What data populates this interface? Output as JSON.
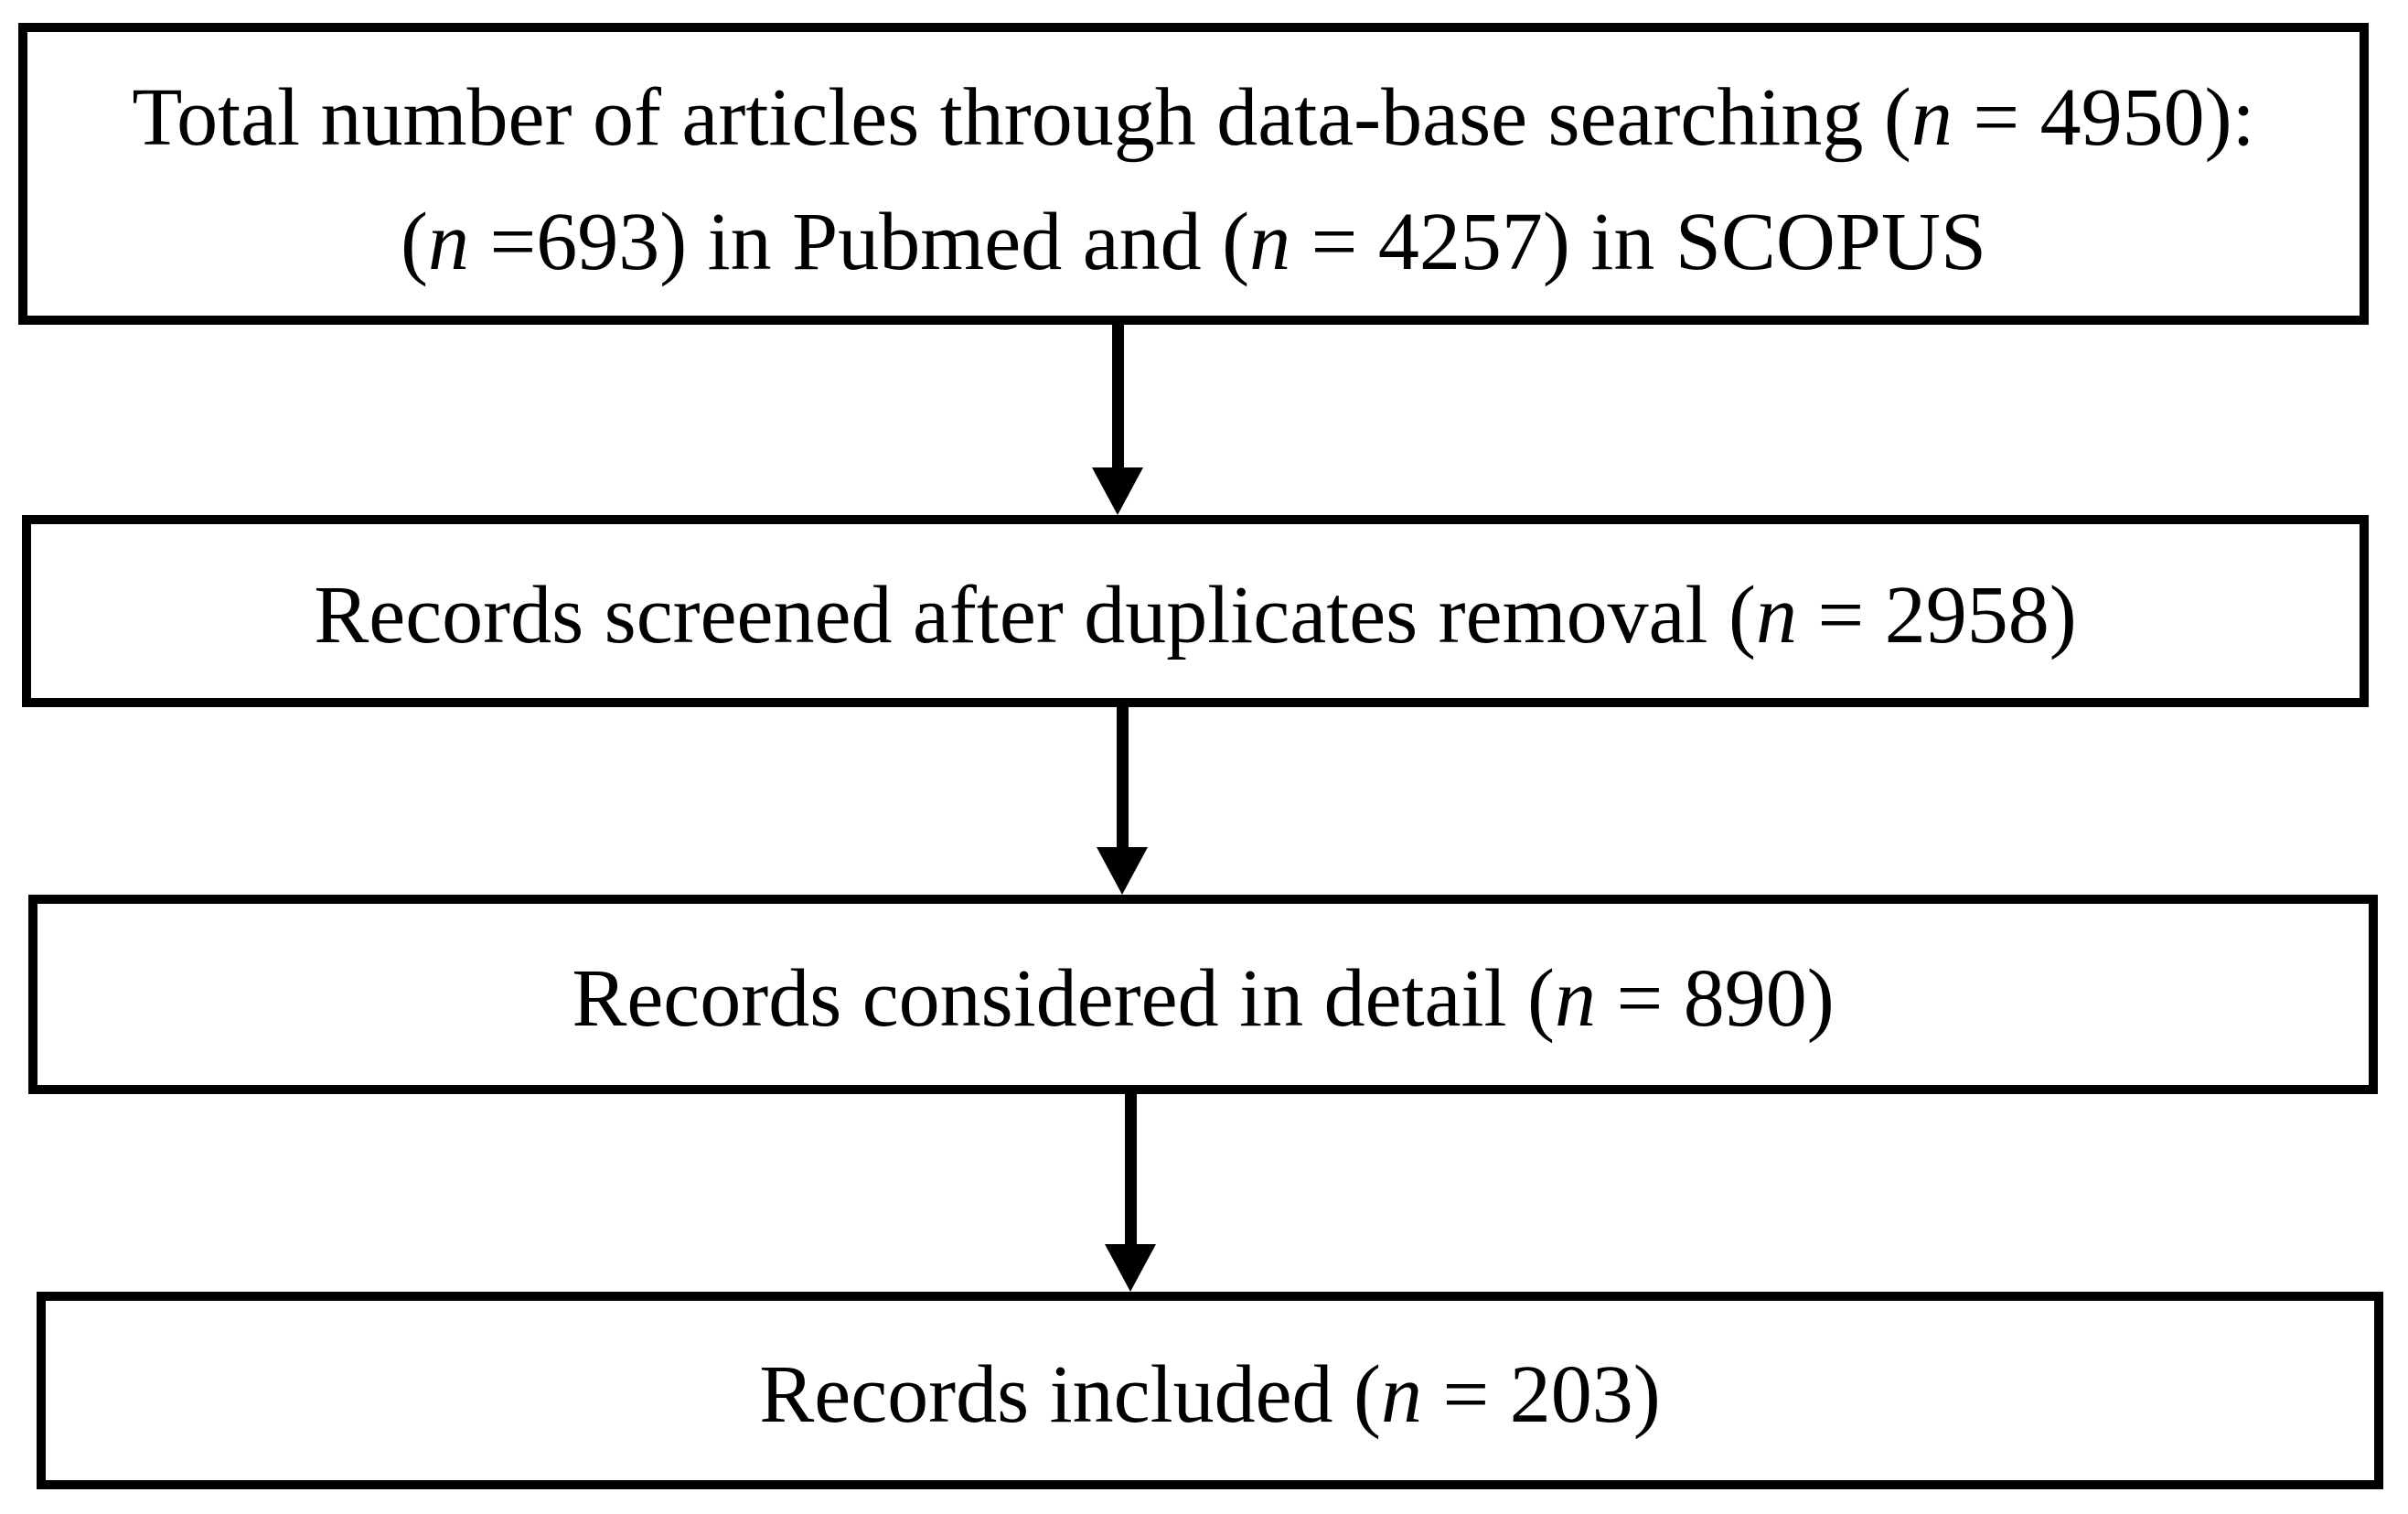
{
  "diagram": {
    "type": "flowchart",
    "background_color": "#ffffff",
    "border_color": "#000000",
    "text_color": "#000000",
    "boxes": [
      {
        "id": "database-searching",
        "lines": [
          {
            "segments": [
              {
                "text": "Total number of articles through data-base searching (",
                "italic": false
              },
              {
                "text": "n",
                "italic": true
              },
              {
                "text": " = 4950):",
                "italic": false
              }
            ]
          },
          {
            "segments": [
              {
                "text": "(",
                "italic": false
              },
              {
                "text": "n",
                "italic": true
              },
              {
                "text": " =693) in Pubmed and (",
                "italic": false
              },
              {
                "text": "n",
                "italic": true
              },
              {
                "text": " = 4257) in SCOPUS",
                "italic": false
              }
            ]
          }
        ]
      },
      {
        "id": "records-screened",
        "lines": [
          {
            "segments": [
              {
                "text": "Records screened after duplicates removal (",
                "italic": false
              },
              {
                "text": "n",
                "italic": true
              },
              {
                "text": " = 2958)",
                "italic": false
              }
            ]
          }
        ]
      },
      {
        "id": "records-considered",
        "lines": [
          {
            "segments": [
              {
                "text": "Records considered in detail (",
                "italic": false
              },
              {
                "text": "n",
                "italic": true
              },
              {
                "text": " = 890)",
                "italic": false
              }
            ]
          }
        ]
      },
      {
        "id": "records-included",
        "lines": [
          {
            "segments": [
              {
                "text": "Records included (",
                "italic": false
              },
              {
                "text": "n",
                "italic": true
              },
              {
                "text": " = 203)",
                "italic": false
              }
            ]
          }
        ]
      }
    ],
    "counts": {
      "total_database_searching": 4950,
      "pubmed": 693,
      "scopus": 4257,
      "screened_after_duplicates_removal": 2958,
      "considered_in_detail": 890,
      "included": 203
    }
  }
}
